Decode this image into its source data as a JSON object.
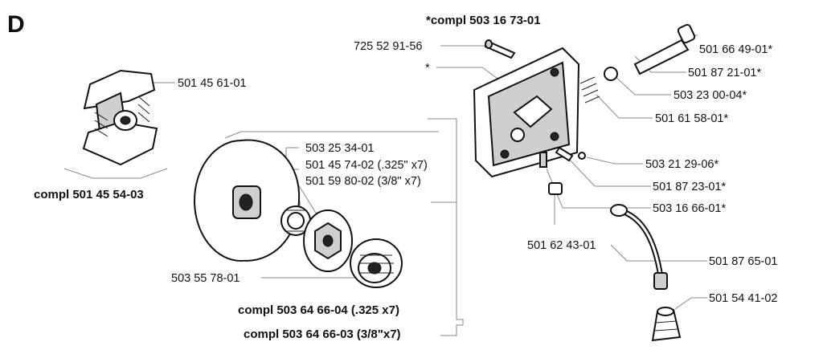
{
  "section_letter": "D",
  "headline_assembly": "*compl 503 16 73-01",
  "parts": {
    "p_725529156": "725 52 91-56",
    "p_star": "*",
    "p_501664901": "501 66 49-01*",
    "p_501872101": "501 87 21-01*",
    "p_503230004": "503 23 00-04*",
    "p_501615801": "501 61 58-01*",
    "p_503212906": "503 21 29-06*",
    "p_501872301": "501 87 23-01*",
    "p_503166601": "503 16 66-01*",
    "p_501624301": "501 62 43-01",
    "p_501876501": "501 87 65-01",
    "p_501544102": "501 54 41-02",
    "p_501456101": "501 45 61-01",
    "p_503253401": "503 25 34-01",
    "p_501457402": "501 45 74-02 (.325\" x7)",
    "p_501598002": "501 59 80-02 (3/8\" x7)",
    "p_503557801": "503 55 78-01"
  },
  "assemblies": {
    "clutch_compl": "compl 501 45 54-03",
    "drum_325": "compl 503 64 66-04 (.325 x7)",
    "drum_38": "compl 503 64 66-03 (3/8\"x7)"
  },
  "colors": {
    "ink": "#111111",
    "leader": "#8a8a8a",
    "paper": "#ffffff"
  }
}
